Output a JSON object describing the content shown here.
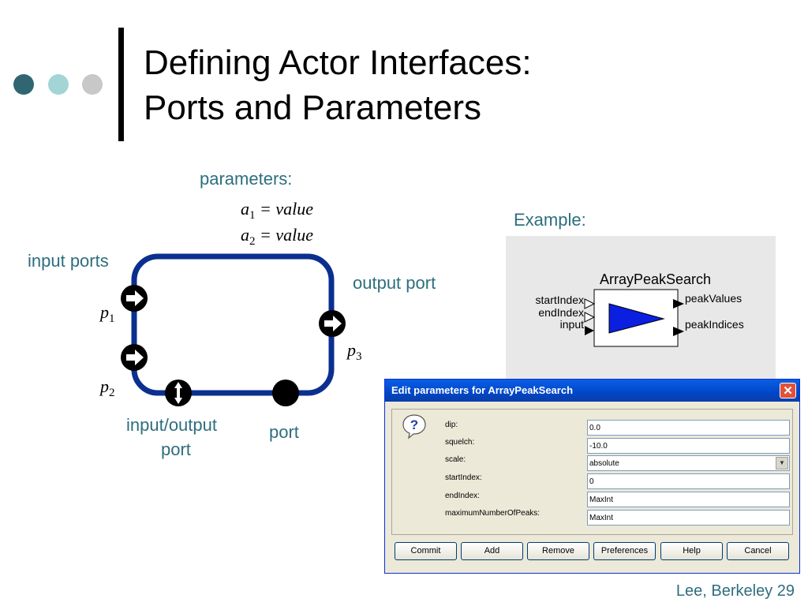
{
  "slide": {
    "title_line1": "Defining Actor Interfaces:",
    "title_line2": "Ports and Parameters",
    "footer": "Lee, Berkeley 29",
    "bullet_colors": [
      "#2f6672",
      "#a3d4d6",
      "#c8c8c8"
    ]
  },
  "diagram": {
    "parameters_label": "parameters:",
    "param1_var": "a",
    "param1_sub": "1",
    "param1_rest": " = value",
    "param2_var": "a",
    "param2_sub": "2",
    "param2_rest": " = value",
    "input_ports_label": "input ports",
    "output_port_label": "output port",
    "p1_var": "p",
    "p1_sub": "1",
    "p2_var": "p",
    "p2_sub": "2",
    "p3_var": "p",
    "p3_sub": "3",
    "io_port_label_line1": "input/output",
    "io_port_label_line2": "port",
    "port_label": "port",
    "outline_color": "#0a2f8f"
  },
  "example": {
    "label": "Example:",
    "actor_name": "ArrayPeakSearch",
    "input_ports": [
      "startIndex",
      "endIndex",
      "input"
    ],
    "output_ports": [
      "peakValues",
      "peakIndices"
    ],
    "triangle_color": "#0a1fe0"
  },
  "dialog": {
    "title": "Edit parameters for ArrayPeakSearch",
    "close_glyph": "✕",
    "help_glyph": "?",
    "params": [
      {
        "label": "dip:",
        "value": "0.0"
      },
      {
        "label": "squelch:",
        "value": "-10.0"
      },
      {
        "label": "scale:",
        "value": "absolute"
      },
      {
        "label": "startIndex:",
        "value": "0"
      },
      {
        "label": "endIndex:",
        "value": "MaxInt"
      },
      {
        "label": "maximumNumberOfPeaks:",
        "value": "MaxInt"
      }
    ],
    "buttons": [
      "Commit",
      "Add",
      "Remove",
      "Preferences",
      "Help",
      "Cancel"
    ]
  }
}
